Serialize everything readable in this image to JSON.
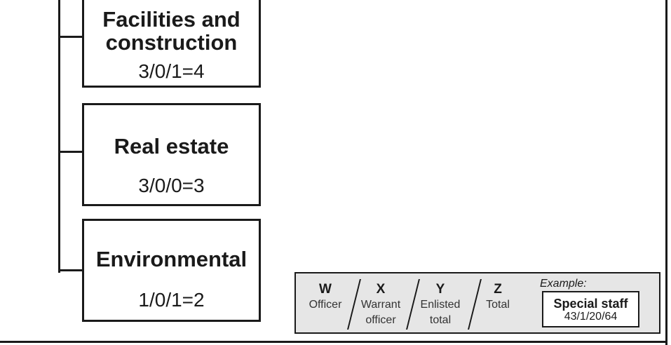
{
  "units": [
    {
      "name_lines": [
        "Facilities and",
        "construction"
      ],
      "count": "3/0/1=4"
    },
    {
      "name_lines": [
        "Real estate"
      ],
      "count": "3/0/0=3"
    },
    {
      "name_lines": [
        "Environmental"
      ],
      "count": "1/0/1=2"
    }
  ],
  "legend": {
    "columns": [
      {
        "key": "W",
        "label_lines": [
          "Officer"
        ]
      },
      {
        "key": "X",
        "label_lines": [
          "Warrant",
          "officer"
        ]
      },
      {
        "key": "Y",
        "label_lines": [
          "Enlisted",
          "total"
        ]
      },
      {
        "key": "Z",
        "label_lines": [
          "Total"
        ]
      }
    ],
    "example_label": "Example:",
    "example_name": "Special staff",
    "example_value": "43/1/20/64"
  }
}
